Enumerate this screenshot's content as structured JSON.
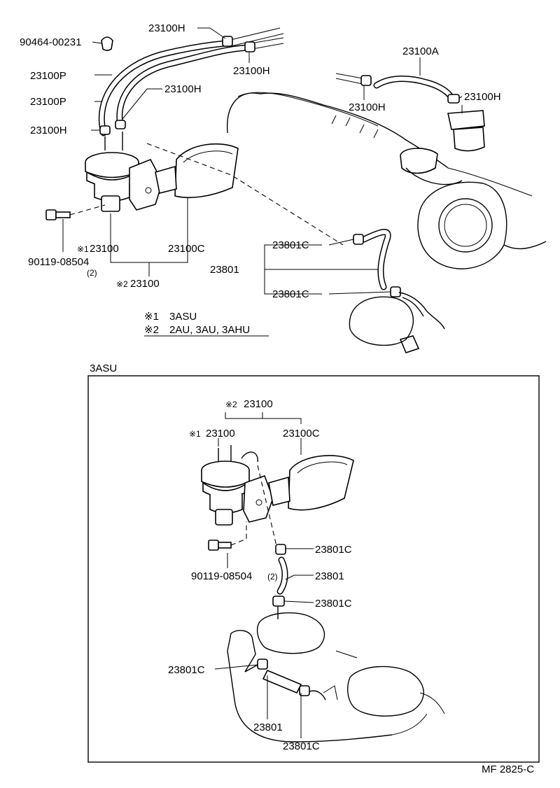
{
  "labels": {
    "top": {
      "l_90464": "90464-00231",
      "l_23100H_a": "23100H",
      "l_23100H_b": "23100H",
      "l_23100P_a": "23100P",
      "l_23100P_b": "23100P",
      "l_23100H_c": "23100H",
      "l_23100H_d": "23100H",
      "l_23100A": "23100A",
      "l_23100H_e": "23100H",
      "l_23100H_f": "23100H",
      "l_90119": "90119-08504",
      "l_qty2": "(2)",
      "l_23100_1": "23100",
      "l_23100C": "23100C",
      "l_23100_2": "23100",
      "l_23801C_a": "23801C",
      "l_23801": "23801",
      "l_23801C_b": "23801C"
    },
    "legend": {
      "mark1": "※1",
      "value1": "3ASU",
      "mark2": "※2",
      "value2": "2AU, 3AU, 3AHU"
    },
    "inset": {
      "title": "3ASU",
      "l_23100_2": "23100",
      "l_23100_1": "23100",
      "l_23100C": "23100C",
      "l_23801C_a": "23801C",
      "l_90119": "90119-08504",
      "l_qty2": "(2)",
      "l_23801_a": "23801",
      "l_23801C_b": "23801C",
      "l_23801C_c": "23801C",
      "l_23801_b": "23801",
      "l_23801C_d": "23801C"
    },
    "note_mark1": "※1",
    "note_mark2": "※2",
    "figure_code": "MF 2825-C"
  }
}
